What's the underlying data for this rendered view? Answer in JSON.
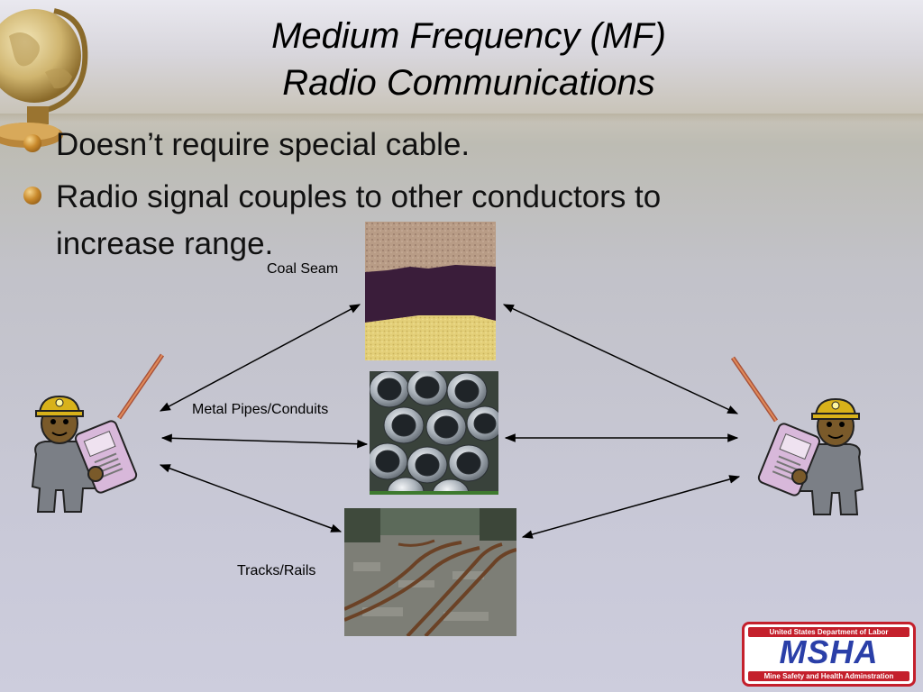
{
  "title": {
    "line1": "Medium Frequency (MF)",
    "line2": "Radio Communications"
  },
  "bullets": [
    "Doesn’t require special cable.",
    "Radio signal couples to other conductors to increase range."
  ],
  "labels": {
    "coal_seam": "Coal Seam",
    "metal_pipes": "Metal Pipes/Conduits",
    "tracks_rails": "Tracks/Rails"
  },
  "logo": {
    "top_text": "United States Department of Labor",
    "main_text": "MSHA",
    "bottom_text": "Mine Safety and Health Adminstration"
  },
  "icons": {
    "decor": "globe-icon",
    "bullet": "orb-bullet-icon",
    "left_person": "miner-with-radio-icon",
    "right_person": "miner-with-radio-icon"
  },
  "colors": {
    "logo_blue": "#2a3fa8",
    "logo_red": "#c4202c",
    "bullet_gold": "#c98a2c"
  }
}
